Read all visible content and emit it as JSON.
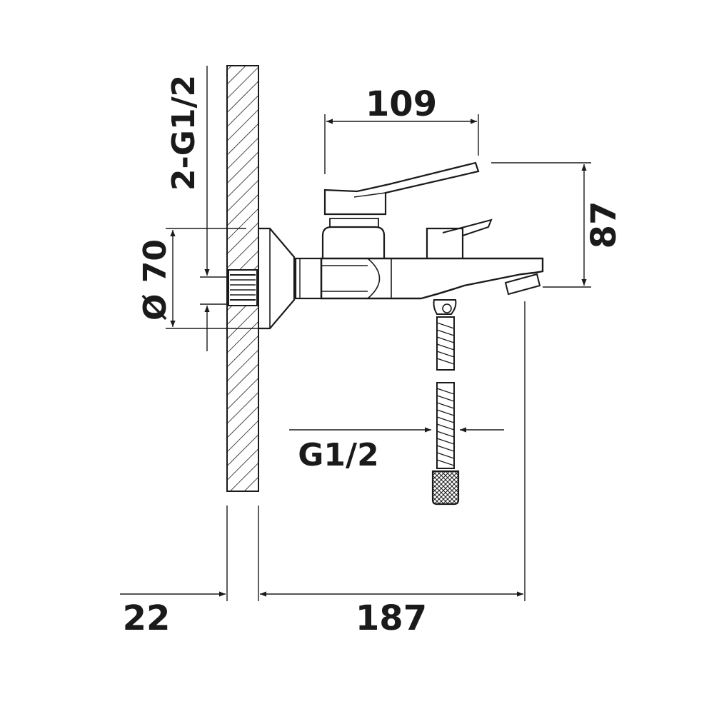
{
  "dimensions": {
    "top_width": "109",
    "height": "87",
    "inlet_thread": "2-G1/2",
    "flange_diameter": "Ø 70",
    "hose_thread": "G1/2",
    "wall_thickness": "22",
    "projection": "187"
  },
  "colors": {
    "ink": "#1a1a1a",
    "background": "#ffffff"
  }
}
